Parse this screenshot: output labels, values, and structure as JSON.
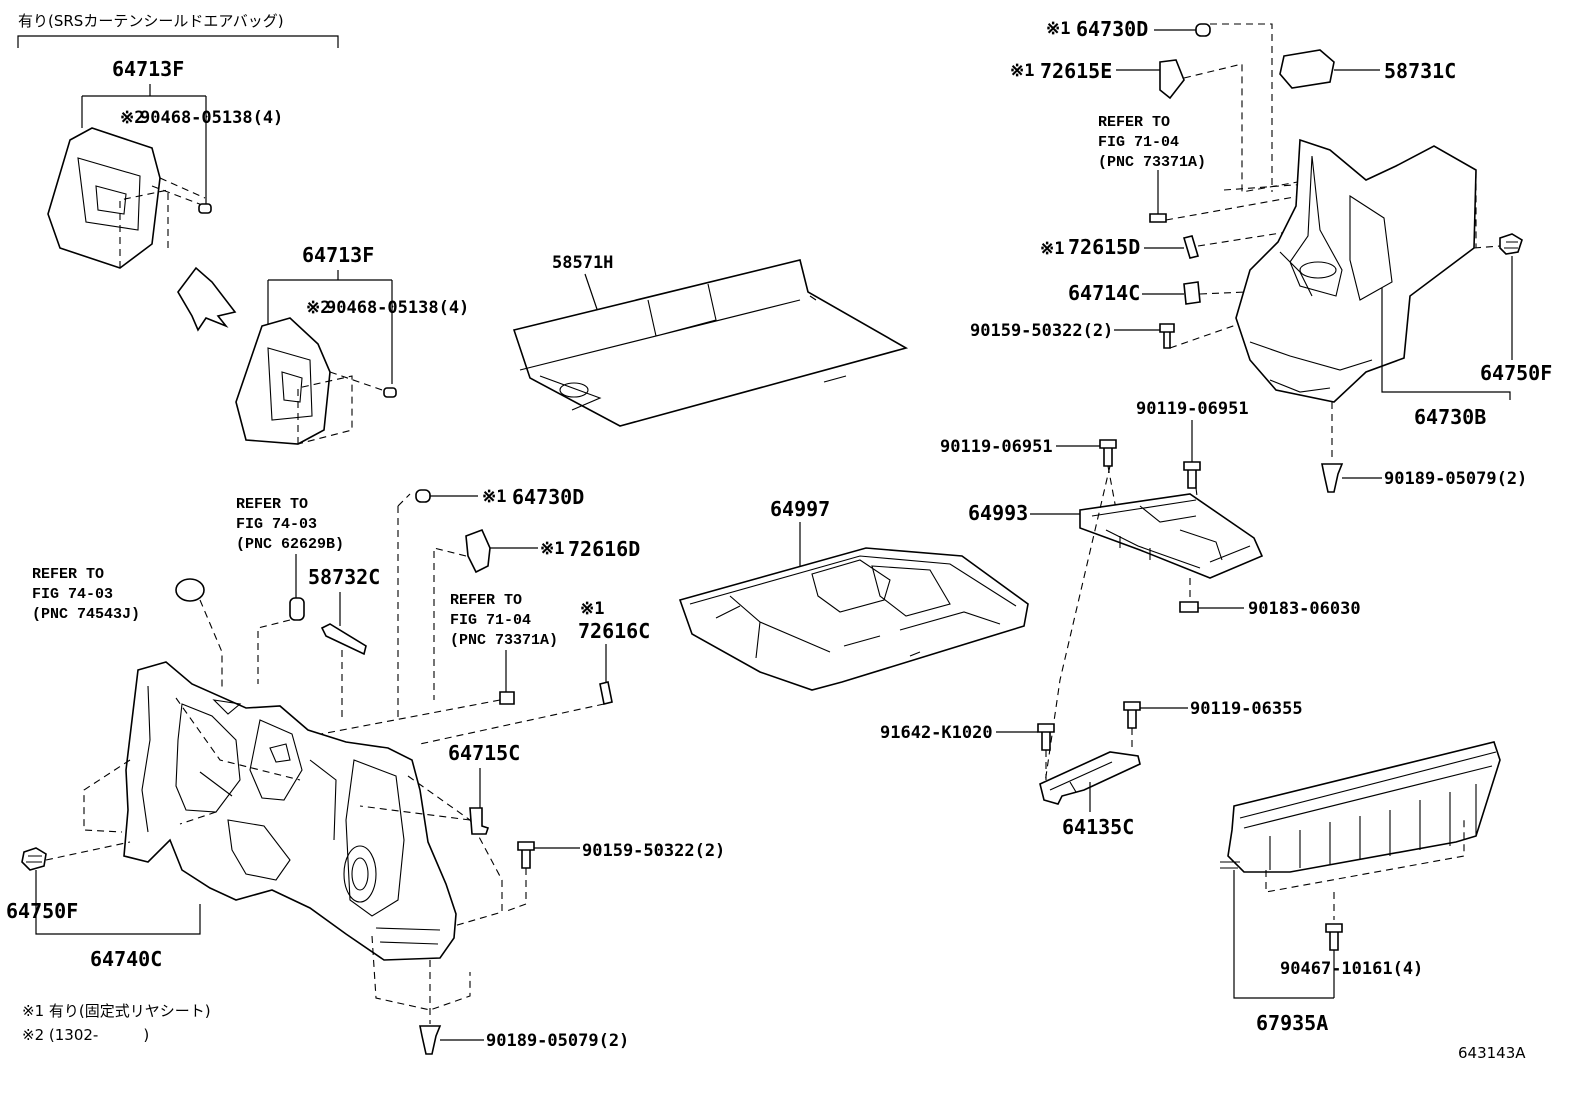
{
  "header": {
    "srs_note": "有り(SRSカーテンシールドエアバッグ)"
  },
  "labels": {
    "p64713F_a": "64713F",
    "p90468_a": "90468-05138(4)",
    "p64713F_b": "64713F",
    "p90468_b": "90468-05138(4)",
    "p58571H": "58571H",
    "p64730D_top": "64730D",
    "p72615E": "72615E",
    "p58731C": "58731C",
    "p72615D": "72615D",
    "p64714C": "64714C",
    "p90159_r": "90159-50322(2)",
    "p64750F_r": "64750F",
    "p64730B": "64730B",
    "p90119_r1": "90119-06951",
    "p90119_r2": "90119-06951",
    "p90189_r": "90189-05079(2)",
    "p64993": "64993",
    "p90183": "90183-06030",
    "p64997": "64997",
    "p64730D_mid": "64730D",
    "p72616D": "72616D",
    "p58732C": "58732C",
    "p72616C": "72616C",
    "p64715C": "64715C",
    "p90159_l": "90159-50322(2)",
    "p64750F_l": "64750F",
    "p64740C": "64740C",
    "p90189_l": "90189-05079(2)",
    "p90119_06355": "90119-06355",
    "p91642": "91642-K1020",
    "p64135C": "64135C",
    "p90467": "90467-10161(4)",
    "p67935A": "67935A"
  },
  "marks": {
    "m1": "※1",
    "m2": "※2"
  },
  "refs": {
    "r1": [
      "REFER TO",
      "FIG 71-04",
      "(PNC 73371A)"
    ],
    "r2": [
      "REFER TO",
      "FIG 74-03",
      "(PNC 62629B)"
    ],
    "r3": [
      "REFER TO",
      "FIG 74-03",
      "(PNC 74543J)"
    ],
    "r4": [
      "REFER TO",
      "FIG 71-04",
      "(PNC 73371A)"
    ]
  },
  "footnotes": {
    "n1": "※1 有り(固定式リヤシート)",
    "n2": "※2 (1302-　　　)"
  },
  "figure_number": "643143A"
}
